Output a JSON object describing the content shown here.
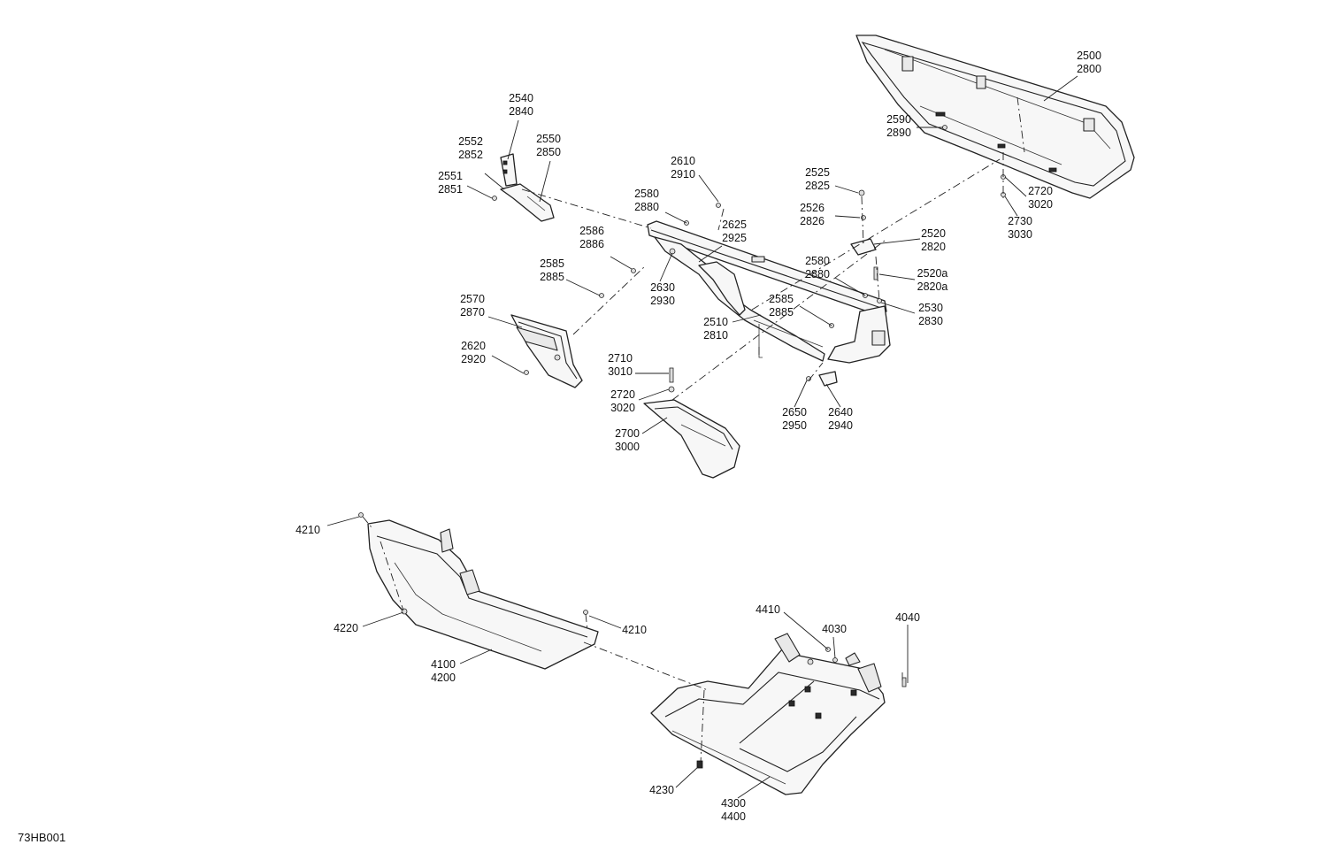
{
  "diagram": {
    "reference_code": "73HB001",
    "callouts": [
      {
        "id": "c-2500",
        "lines": [
          "2500",
          "2800"
        ]
      },
      {
        "id": "c-2540",
        "lines": [
          "2540",
          "2840"
        ]
      },
      {
        "id": "c-2550",
        "lines": [
          "2550",
          "2850"
        ]
      },
      {
        "id": "c-2552",
        "lines": [
          "2552",
          "2852"
        ]
      },
      {
        "id": "c-2551",
        "lines": [
          "2551",
          "2851"
        ]
      },
      {
        "id": "c-2610",
        "lines": [
          "2610",
          "2910"
        ]
      },
      {
        "id": "c-2580a",
        "lines": [
          "2580",
          "2880"
        ]
      },
      {
        "id": "c-2625",
        "lines": [
          "2625",
          "2925"
        ]
      },
      {
        "id": "c-2586",
        "lines": [
          "2586",
          "2886"
        ]
      },
      {
        "id": "c-2585a",
        "lines": [
          "2585",
          "2885"
        ]
      },
      {
        "id": "c-2630",
        "lines": [
          "2630",
          "2930"
        ]
      },
      {
        "id": "c-2570",
        "lines": [
          "2570",
          "2870"
        ]
      },
      {
        "id": "c-2620",
        "lines": [
          "2620",
          "2920"
        ]
      },
      {
        "id": "c-2590",
        "lines": [
          "2590",
          "2890"
        ]
      },
      {
        "id": "c-2525",
        "lines": [
          "2525",
          "2825"
        ]
      },
      {
        "id": "c-2526",
        "lines": [
          "2526",
          "2826"
        ]
      },
      {
        "id": "c-2520",
        "lines": [
          "2520",
          "2820"
        ]
      },
      {
        "id": "c-2520a",
        "lines": [
          "2520a",
          "2820a"
        ]
      },
      {
        "id": "c-2580b",
        "lines": [
          "2580",
          "2880"
        ]
      },
      {
        "id": "c-2530",
        "lines": [
          "2530",
          "2830"
        ]
      },
      {
        "id": "c-2585b",
        "lines": [
          "2585",
          "2885"
        ]
      },
      {
        "id": "c-2510",
        "lines": [
          "2510",
          "2810"
        ]
      },
      {
        "id": "c-2720a",
        "lines": [
          "2720",
          "3020"
        ]
      },
      {
        "id": "c-2730",
        "lines": [
          "2730",
          "3030"
        ]
      },
      {
        "id": "c-2710",
        "lines": [
          "2710",
          "3010"
        ]
      },
      {
        "id": "c-2720b",
        "lines": [
          "2720",
          "3020"
        ]
      },
      {
        "id": "c-2700",
        "lines": [
          "2700",
          "3000"
        ]
      },
      {
        "id": "c-2650",
        "lines": [
          "2650",
          "2950"
        ]
      },
      {
        "id": "c-2640",
        "lines": [
          "2640",
          "2940"
        ]
      },
      {
        "id": "c-4210a",
        "lines": [
          "4210"
        ]
      },
      {
        "id": "c-4220",
        "lines": [
          "4220"
        ]
      },
      {
        "id": "c-4210b",
        "lines": [
          "4210"
        ]
      },
      {
        "id": "c-4100",
        "lines": [
          "4100",
          "4200"
        ]
      },
      {
        "id": "c-4410",
        "lines": [
          "4410"
        ]
      },
      {
        "id": "c-4030",
        "lines": [
          "4030"
        ]
      },
      {
        "id": "c-4040",
        "lines": [
          "4040"
        ]
      },
      {
        "id": "c-4230",
        "lines": [
          "4230"
        ]
      },
      {
        "id": "c-4300",
        "lines": [
          "4300",
          "4400"
        ]
      }
    ]
  }
}
